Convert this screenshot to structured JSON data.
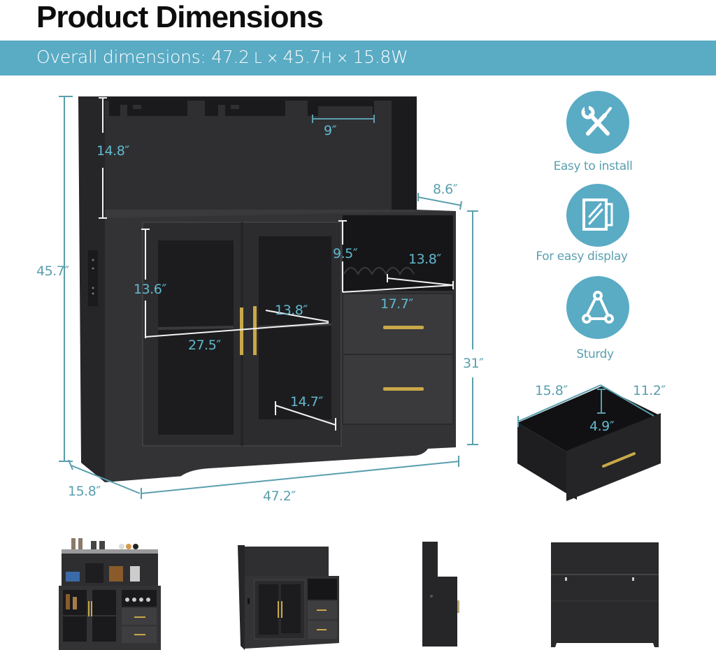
{
  "header": {
    "title": "Product Dimensions",
    "banner_prefix": "Overall dimensions: ",
    "length_value": "47.2",
    "length_unit": " L",
    "times1": " × ",
    "height_value": "45.7",
    "height_unit": "H",
    "times2": " × ",
    "width_value": "15.8W"
  },
  "colors": {
    "accent": "#5aabc4",
    "dimension_text": "#5a9fae",
    "cabinet": "#2a2a2c",
    "handle_gold": "#c9a84a"
  },
  "dimensions": {
    "hutch_height": "14.8″",
    "glass_rack_width": "9″",
    "hutch_depth": "8.6″",
    "overall_height": "45.7″",
    "door_height": "13.6″",
    "door_shelf_depth": "13.8″",
    "doors_width": "27.5″",
    "lower_shelf_depth": "14.7″",
    "cubby_height": "9.5″",
    "cubby_depth": "13.8″",
    "cubby_width": "17.7″",
    "base_height": "31″",
    "overall_depth": "15.8″",
    "overall_length": "47.2″"
  },
  "drawer": {
    "depth": "15.8″",
    "width": "11.2″",
    "height": "4.9″"
  },
  "features": [
    {
      "icon": "tools-icon",
      "label": "Easy to install"
    },
    {
      "icon": "glass-door-icon",
      "label": "For easy display"
    },
    {
      "icon": "triangle-structure-icon",
      "label": "Sturdy"
    }
  ],
  "thumbnails": [
    {
      "name": "styled-front-view"
    },
    {
      "name": "angled-empty-view"
    },
    {
      "name": "side-view"
    },
    {
      "name": "back-view"
    }
  ]
}
